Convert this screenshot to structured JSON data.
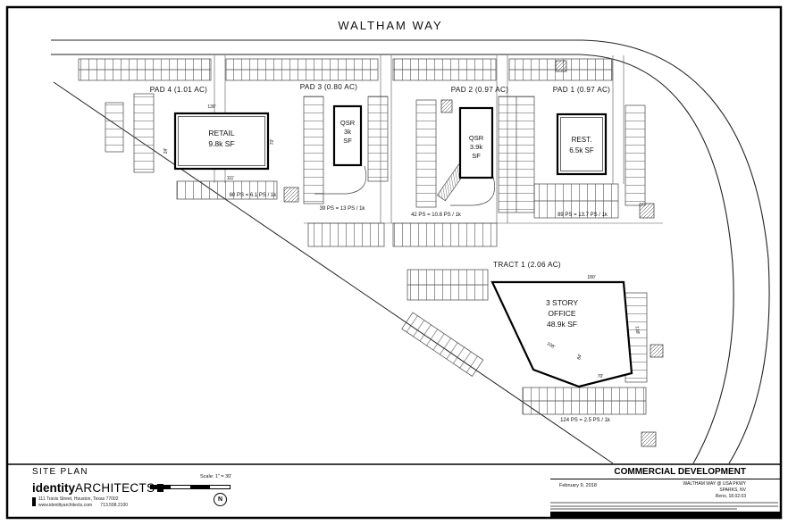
{
  "street": {
    "name": "WALTHAM WAY"
  },
  "pads": [
    {
      "label": "PAD 4 (1.01 AC)",
      "building_lines": [
        "RETAIL",
        "9.8k SF"
      ],
      "parking": "60 PS = 6.1 PS / 1k"
    },
    {
      "label": "PAD 3 (0.80 AC)",
      "building_lines": [
        "QSR",
        "3k",
        "SF"
      ],
      "parking": "39 PS = 13 PS / 1k"
    },
    {
      "label": "PAD 2 (0.97 AC)",
      "building_lines": [
        "QSR",
        "3.9k",
        "SF"
      ],
      "parking": "42 PS = 10.8 PS / 1k"
    },
    {
      "label": "PAD 1 (0.97 AC)",
      "building_lines": [
        "REST.",
        "6.5k SF"
      ],
      "parking": "89 PS = 13.7 PS / 1k"
    }
  ],
  "tract": {
    "label": "TRACT 1 (2.06 AC)",
    "building_lines": [
      "3 STORY",
      "OFFICE",
      "48.9k SF"
    ],
    "parking": "124 PS = 2.5 PS / 1k"
  },
  "dimensions": {
    "retail_top": "139'",
    "retail_left": "24'",
    "retail_right": "70'",
    "retail_bottom": "111'",
    "office_top": "180'",
    "office_left": "108'",
    "office_right": "138'",
    "office_bottom1": "84'",
    "office_bottom2": "70'"
  },
  "titleblock": {
    "sheet_title": "SITE PLAN",
    "firm_bold": "identity",
    "firm_rest": "ARCHITECTS",
    "firm_address": "111 Travis Street, Houston, Texas 77002",
    "firm_web": "www.identityarchitects.com",
    "firm_phone": "713.598.2100",
    "scale": "Scale:  1\" = 30'",
    "north": "N",
    "project": "COMMERCIAL DEVELOPMENT",
    "date": "February 9, 2018",
    "location_line1": "WALTHAM WAY @ USA PKWY",
    "location_line2": "SPARKS, NV",
    "location_line3": "Reno, 18.02.03"
  }
}
